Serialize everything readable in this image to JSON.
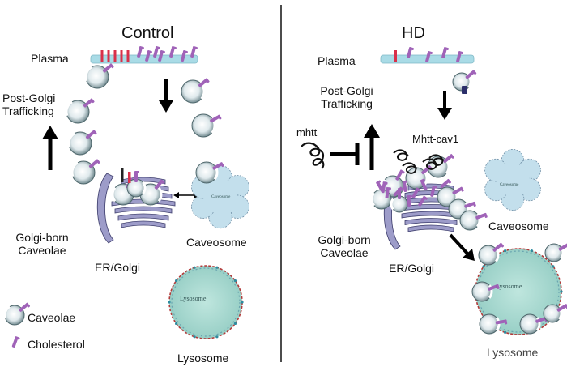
{
  "panels": {
    "control": {
      "title": "Control",
      "plasma": "Plasma",
      "post_golgi": [
        "Post-Golgi",
        "Trafficking"
      ],
      "golgi_born": [
        "Golgi-born",
        "Caveolae"
      ],
      "er_golgi": "ER/Golgi",
      "caveosome": "Caveosome",
      "lysosome": "Lysosome",
      "lysosome_inner": "Lysosome",
      "caveosome_inner": "Caveosome"
    },
    "hd": {
      "title": "HD",
      "plasma": "Plasma",
      "post_golgi": [
        "Post-Golgi",
        "Trafficking"
      ],
      "mhtt": "mhtt",
      "mhtt_cav1": "Mhtt-cav1",
      "golgi_born": [
        "Golgi-born",
        "Caveolae"
      ],
      "er_golgi": "ER/Golgi",
      "caveosome": "Caveosome",
      "lysosome": "Lysosome",
      "lysosome_inner": "Lysosome",
      "caveosome_inner": "Caveosome"
    }
  },
  "legend": {
    "caveolae": "Caveolae",
    "cholesterol": "Cholesterol"
  },
  "colors": {
    "cholesterol": "#a063b8",
    "raft": "#d9304a",
    "membrane": "#a9dbe6",
    "lysosome_fill": "#a8d8d0",
    "golgi": "#9d9cc9",
    "caveosome": "#c3dfec"
  }
}
